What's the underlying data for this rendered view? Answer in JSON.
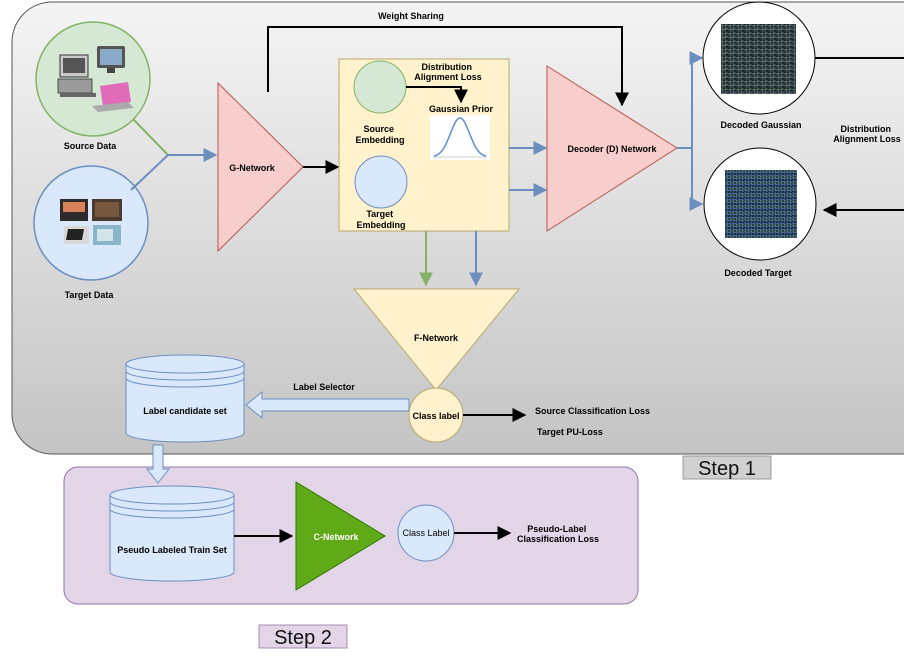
{
  "labels": {
    "weight_sharing": "Weight Sharing",
    "source_data": "Source Data",
    "target_data": "Target Data",
    "g_network": "G-Network",
    "distribution_alignment_loss_top_l1": "Distribution",
    "distribution_alignment_loss_top_l2": "Alignment Loss",
    "gaussian_prior": "Gaussian Prior",
    "source_embedding_l1": "Source",
    "source_embedding_l2": "Embedding",
    "target_embedding_l1": "Target",
    "target_embedding_l2": "Embedding",
    "decoder_network": "Decoder (D) Network",
    "decoded_gaussian": "Decoded Gaussian",
    "decoded_target": "Decoded Target",
    "distribution_alignment_loss_right_l1": "Distribution",
    "distribution_alignment_loss_right_l2": "Alignment Loss",
    "f_network": "F-Network",
    "class_label_step1": "Class label",
    "label_selector": "Label Selector",
    "label_candidate_set": "Label candidate set",
    "source_classification_loss": "Source Classification Loss",
    "target_pu_loss": "Target PU-Loss",
    "step1": "Step 1",
    "pseudo_labeled_train_set": "Pseudo Labeled Train Set",
    "c_network": "C-Network",
    "class_label_step2": "Class Label",
    "pseudo_label_loss_l1": "Pseudo-Label",
    "pseudo_label_loss_l2": "Classification Loss",
    "step2": "Step 2"
  },
  "colors": {
    "step1_panel_top": "#f2f2f2",
    "step1_panel_bottom": "#c6c6c6",
    "step2_panel": "#e1d5e7",
    "g_network": "#f8cecc",
    "decoder": "#f8cecc",
    "embedding_box": "#fff2cc",
    "source_circle": "#d5e8d4",
    "target_circle": "#dae8fc",
    "f_network": "#fff2cc",
    "c_network": "#60a917",
    "green_line": "#82b366",
    "blue_line": "#6c8ebf",
    "selector_arrow": "#dae8fc"
  }
}
